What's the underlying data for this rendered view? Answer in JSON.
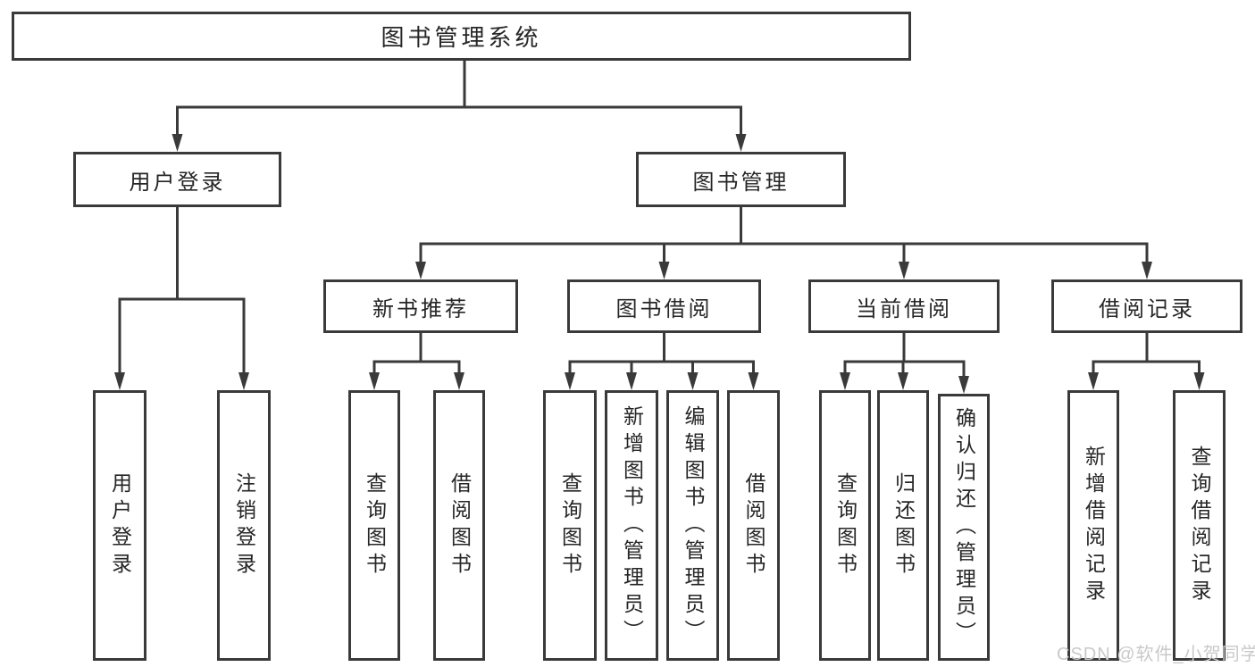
{
  "diagram": {
    "root": {
      "label": "图书管理系统"
    },
    "children": [
      {
        "label": "用户登录",
        "children": [
          {
            "label": "用户登录"
          },
          {
            "label": "注销登录"
          }
        ]
      },
      {
        "label": "图书管理",
        "children": [
          {
            "label": "新书推荐",
            "children": [
              {
                "label": "查询图书"
              },
              {
                "label": "借阅图书"
              }
            ]
          },
          {
            "label": "图书借阅",
            "children": [
              {
                "label": "查询图书"
              },
              {
                "label": "新增图书（管理员）"
              },
              {
                "label": "编辑图书（管理员）"
              },
              {
                "label": "借阅图书"
              }
            ]
          },
          {
            "label": "当前借阅",
            "children": [
              {
                "label": "查询图书"
              },
              {
                "label": "归还图书"
              },
              {
                "label": "确认归还（管理员）"
              }
            ]
          },
          {
            "label": "借阅记录",
            "children": [
              {
                "label": "新增借阅记录"
              },
              {
                "label": "查询借阅记录"
              }
            ]
          }
        ]
      }
    ]
  },
  "watermark": {
    "text": "CSDN @软件_小贺同学"
  },
  "colors": {
    "line": "#3a3a3a",
    "text": "#262626",
    "watermark": "#c9c9c9",
    "background": "#ffffff"
  }
}
